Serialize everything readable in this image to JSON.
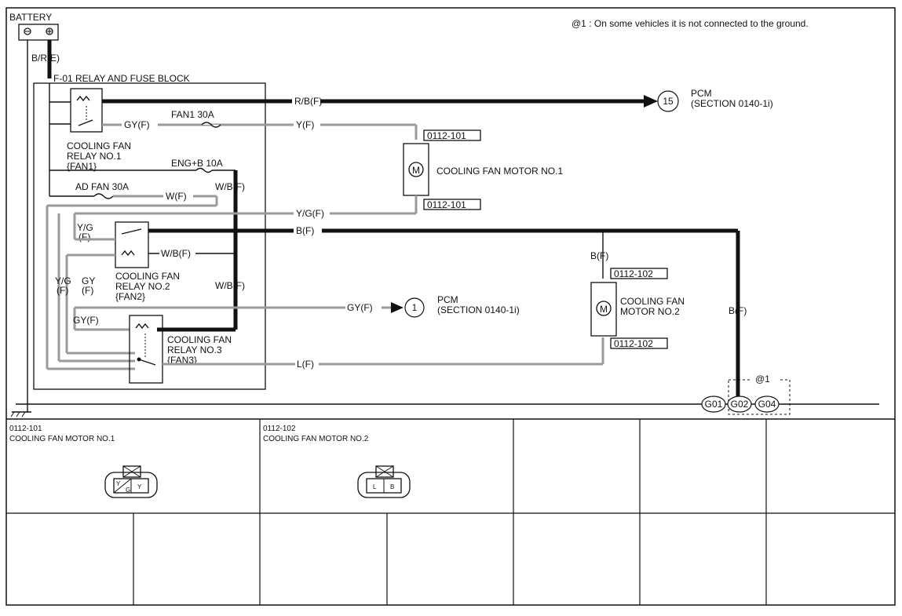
{
  "battery": {
    "label": "BATTERY",
    "wire": "B/R(E)"
  },
  "note": "@1 : On some vehicles it is not connected to the ground.",
  "fuse_block": {
    "label": "F-01 RELAY AND FUSE BLOCK"
  },
  "wires": {
    "rb": "R/B(F)",
    "gy_f": "GY(F)",
    "y_f": "Y(F)",
    "wb1": "W/B(F)",
    "w_f": "W(F)",
    "yg_f": "Y/G(F)",
    "b_f": "B(F)",
    "wb2": "W/B(F)",
    "wb3": "W/B(F)",
    "gy_f2": "GY(F)",
    "gy_f3": "GY(F)",
    "l_f": "L(F)",
    "b_f2": "B(F)",
    "b_f3": "B(F)",
    "yg_a1": "Y/G",
    "yg_a2": "(F)",
    "yg_b1": "Y/G",
    "yg_b2": "(F)",
    "gy_b1": "GY",
    "gy_b2": "(F)"
  },
  "fuses": {
    "fan1": "FAN1 30A",
    "engb": "ENG+B 10A",
    "adfan": "AD FAN 30A"
  },
  "relays": {
    "r1": [
      "COOLING FAN",
      "RELAY NO.1",
      "{FAN1}"
    ],
    "r2": [
      "COOLING FAN",
      "RELAY NO.2",
      "{FAN2}"
    ],
    "r3": [
      "COOLING FAN",
      "RELAY NO.3",
      "{FAN3}"
    ]
  },
  "pcm15": {
    "num": "15",
    "title": "PCM",
    "section": "(SECTION 0140-1i)"
  },
  "pcm1": {
    "num": "1",
    "title": "PCM",
    "section": "(SECTION 0140-1i)"
  },
  "motor1": {
    "label": "COOLING FAN MOTOR NO.1",
    "conn": "0112-101",
    "m": "M"
  },
  "motor2": {
    "label1": "COOLING FAN",
    "label2": "MOTOR NO.2",
    "conn": "0112-102",
    "m": "M"
  },
  "grounds": {
    "at": "@1",
    "g01": "G01",
    "g02": "G02",
    "g04": "G04"
  },
  "connectors": [
    {
      "code": "0112-101",
      "name": "COOLING FAN MOTOR NO.1",
      "pins": [
        "Y",
        "G",
        "Y"
      ]
    },
    {
      "code": "0112-102",
      "name": "COOLING FAN MOTOR NO.2",
      "pins": [
        "L",
        "B"
      ]
    }
  ]
}
